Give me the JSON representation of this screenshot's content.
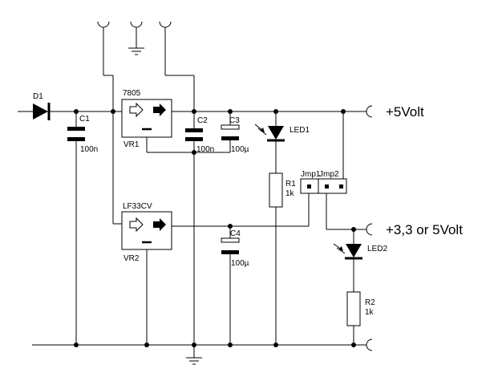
{
  "labels": {
    "d1": "D1",
    "c1": "C1",
    "c1_value": "100n",
    "vr1_part": "7805",
    "vr1": "VR1",
    "c2": "C2",
    "c2_value": "100n",
    "c3": "C3",
    "c3_value": "100µ",
    "led1": "LED1",
    "r1": "R1",
    "r1_value": "1k",
    "jmp1": "Jmp1",
    "jmp2": "Jmp2",
    "vr2_part": "LF33CV",
    "vr2": "VR2",
    "c4": "C4",
    "c4_value": "100µ",
    "led2": "LED2",
    "r2": "R2",
    "r2_value": "1k",
    "out_5v": "+5Volt",
    "out_33v": "+3,3 or 5Volt"
  },
  "icons": {
    "diode": "diode-icon",
    "capacitor": "capacitor-icon",
    "electrolytic_capacitor": "electrolytic-capacitor-icon",
    "regulator": "voltage-regulator-icon",
    "led": "led-icon",
    "resistor": "resistor-icon",
    "jumper": "jumper-icon",
    "ground": "ground-icon",
    "connector": "connector-icon"
  }
}
